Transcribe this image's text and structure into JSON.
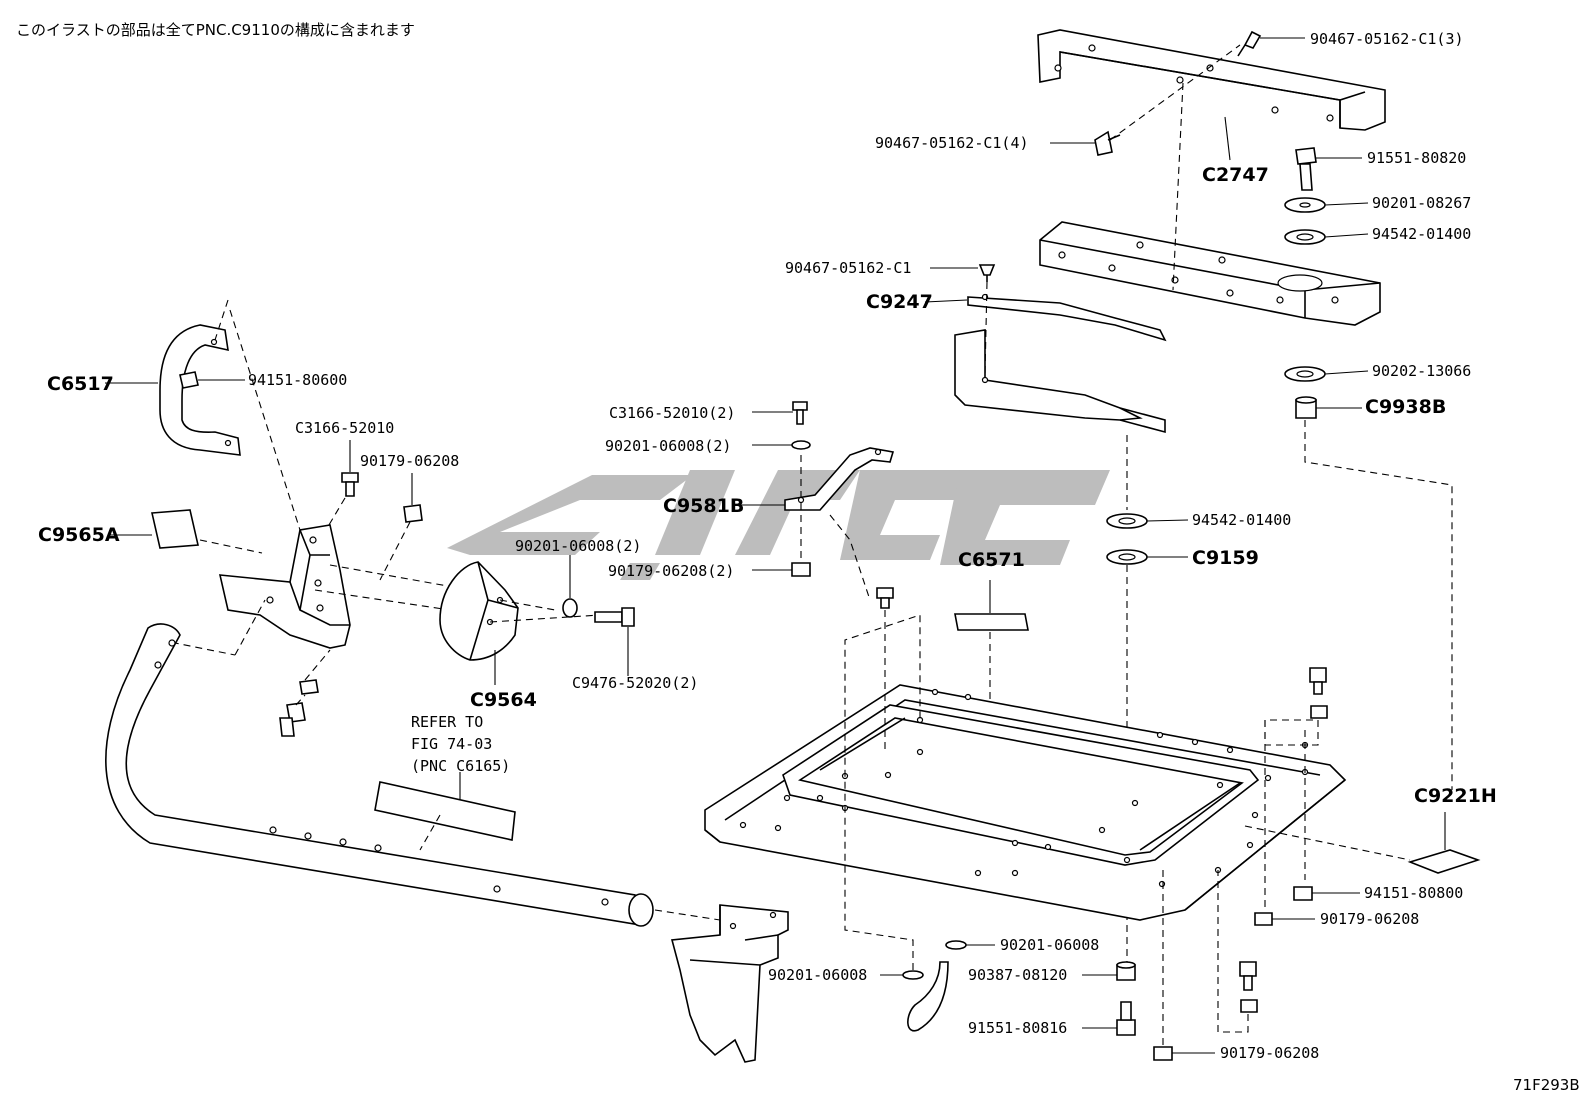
{
  "note": "このイラストの部品は全てPNC.C9110の構成に含まれます",
  "figure_code": "71F293B",
  "refer_note": [
    "REFER TO",
    "FIG 74-03",
    "(PNC C6165)"
  ],
  "labels": {
    "p90467_c1_3": "90467-05162-C1(3)",
    "p90467_c1_4": "90467-05162-C1(4)",
    "c2747": "C2747",
    "p91551_80820": "91551-80820",
    "p90201_08267": "90201-08267",
    "p94542_01400_a": "94542-01400",
    "p90467_c1": "90467-05162-C1",
    "c9247": "C9247",
    "p90202_13066": "90202-13066",
    "c9938b": "C9938B",
    "c6517": "C6517",
    "p94151_80600": "94151-80600",
    "c3166_a": "C3166-52010",
    "p90179_a": "90179-06208",
    "c3166_2": "C3166-52010(2)",
    "p90201_06008_2a": "90201-06008(2)",
    "c9581b": "C9581B",
    "p94542_01400_b": "94542-01400",
    "c9565a": "C9565A",
    "p90201_06008_2b": "90201-06008(2)",
    "p90179_2": "90179-06208(2)",
    "c6571": "C6571",
    "c9159": "C9159",
    "c9476_2": "C9476-52020(2)",
    "c9564": "C9564",
    "c9221h": "C9221H",
    "p94151_80800": "94151-80800",
    "p90179_b": "90179-06208",
    "p90201_06008_a": "90201-06008",
    "p90201_06008_b": "90201-06008",
    "p90387_08120": "90387-08120",
    "p91551_80816": "91551-80816",
    "p90179_c": "90179-06208"
  }
}
